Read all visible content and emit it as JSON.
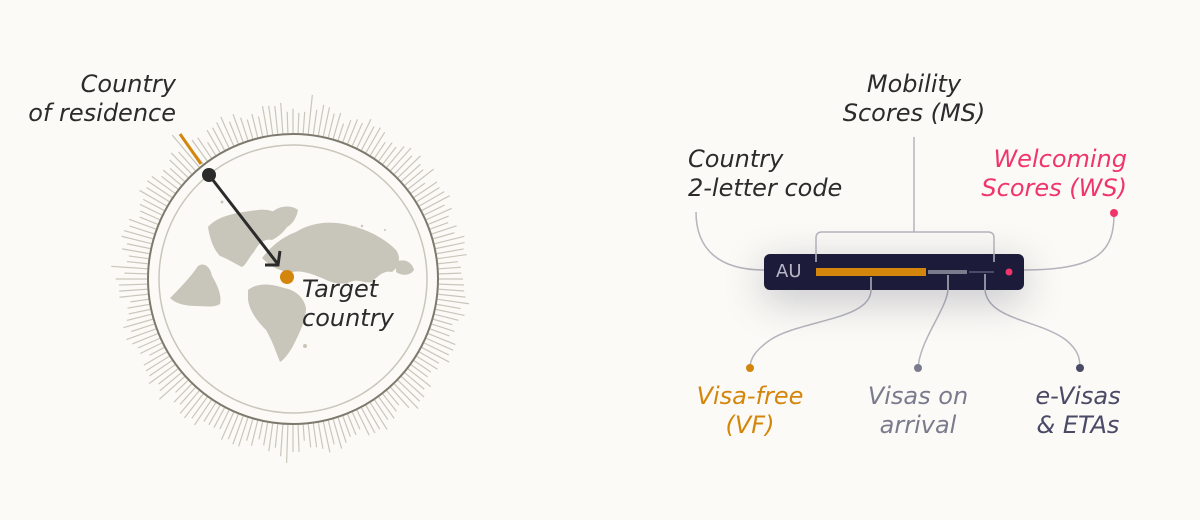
{
  "left_diagram": {
    "labels": {
      "residence": [
        "Country",
        "of residence"
      ],
      "target": [
        "Target",
        "country"
      ]
    },
    "colors": {
      "tick": "#c9c6bb",
      "ring_outer": "#7d796d",
      "ring_inner": "#c9c6bb",
      "map": "#c8c5ba",
      "arrow": "#2b2b2b",
      "accent": "#d4860c"
    },
    "tick_count": 180
  },
  "right_diagram": {
    "code": "AU",
    "labels": {
      "mobility": [
        "Mobility",
        "Scores (MS)"
      ],
      "country_code": [
        "Country",
        "2-letter code"
      ],
      "welcoming": [
        "Welcoming",
        "Scores (WS)"
      ],
      "visa_free": [
        "Visa-free",
        "(VF)"
      ],
      "visas_on_arrival": [
        "Visas on",
        "arrival"
      ],
      "evisas": [
        "e-Visas",
        "& ETAs"
      ]
    },
    "colors": {
      "box": "#1c1b3a",
      "visa_free": "#d4860c",
      "arrival": "#7b7b8e",
      "evisa": "#4a4a66",
      "welcoming": "#f0356b",
      "connector": "#b5b5bd"
    }
  }
}
